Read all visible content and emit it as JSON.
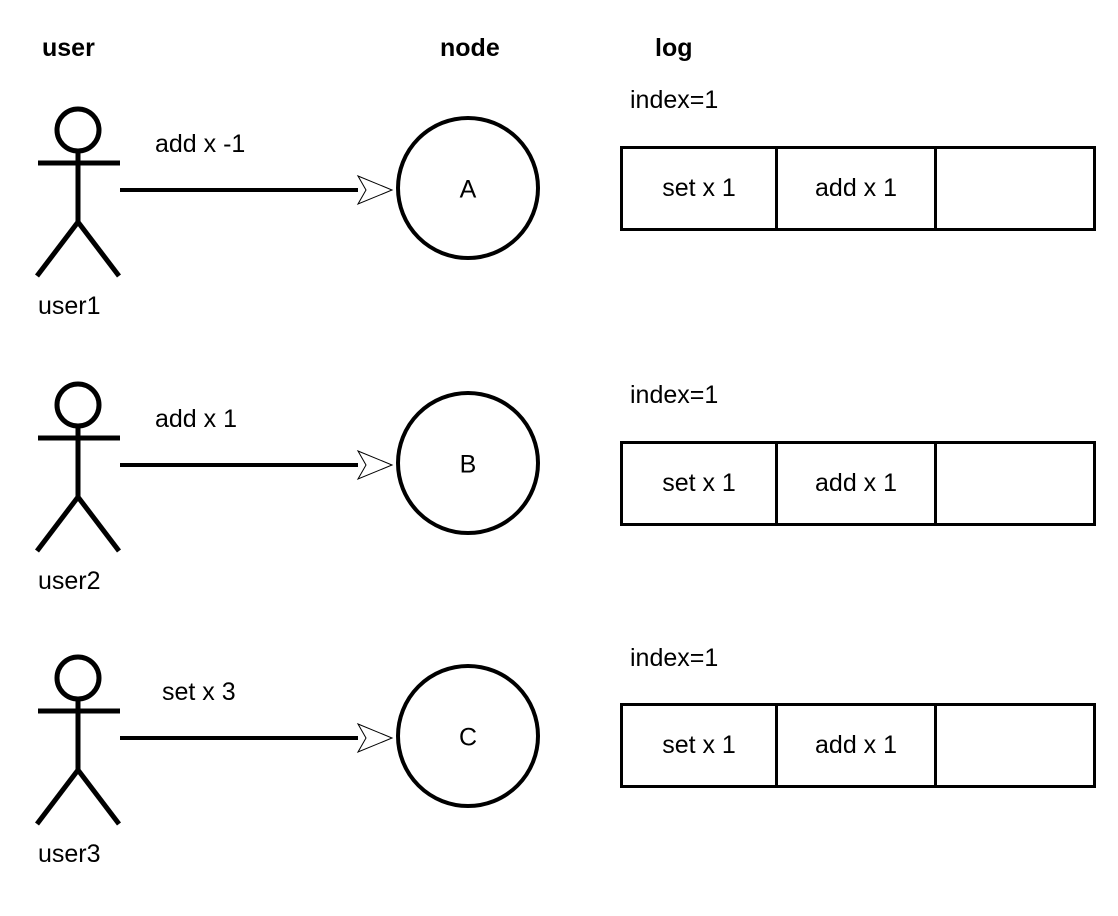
{
  "columns": {
    "user_header": "user",
    "node_header": "node",
    "log_header": "log"
  },
  "colors": {
    "stroke": "#000000",
    "background": "#ffffff",
    "text": "#000000"
  },
  "rows": [
    {
      "actor_label": "user1",
      "edge_label": "add x -1",
      "node_letter": "A",
      "index_label": "index=1",
      "log_entries": [
        "set x 1",
        "add x 1",
        ""
      ]
    },
    {
      "actor_label": "user2",
      "edge_label": "add x 1",
      "node_letter": "B",
      "index_label": "index=1",
      "log_entries": [
        "set x 1",
        "add x 1",
        ""
      ]
    },
    {
      "actor_label": "user3",
      "edge_label": "set x 3",
      "node_letter": "C",
      "index_label": "index=1",
      "log_entries": [
        "set x 1",
        "add x 1",
        ""
      ]
    }
  ]
}
